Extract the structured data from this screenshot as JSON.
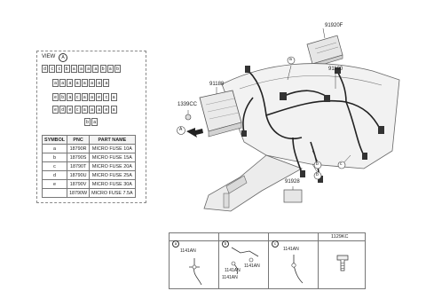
{
  "view": {
    "title": "VIEW",
    "marker": "A",
    "fuse_rows": [
      [
        "d",
        "c",
        "c",
        "b",
        "a",
        "a",
        "a",
        "a",
        "b",
        "a",
        "b"
      ],
      [
        "a",
        "a",
        "a",
        "a",
        "a",
        "a",
        "a",
        "a"
      ],
      [
        "e",
        "b",
        "a",
        "c",
        "a",
        "a",
        "e",
        "c",
        "a"
      ],
      [
        "e",
        "d",
        "e",
        "c",
        "a",
        "a",
        "a",
        "e",
        "a"
      ],
      [
        "b",
        "a"
      ]
    ]
  },
  "table": {
    "headers": [
      "SYMBOL",
      "PNC",
      "PART NAME"
    ],
    "rows": [
      [
        "a",
        "18790R",
        "MICRO FUSE 10A"
      ],
      [
        "b",
        "18790S",
        "MICRO FUSE 15A"
      ],
      [
        "c",
        "18790T",
        "MICRO FUSE 20A"
      ],
      [
        "d",
        "18790U",
        "MICRO FUSE 25A"
      ],
      [
        "e",
        "18790V",
        "MICRO FUSE 30A"
      ],
      [
        "",
        "18790W",
        "MICRO FUSE 7.5A"
      ]
    ]
  },
  "callouts": {
    "p91920F": "91920F",
    "p91100": "91100",
    "p91188": "91188",
    "p1339CC": "1339CC",
    "p91928": "91928",
    "marker_a": "a",
    "marker_b": "b",
    "marker_c": "c",
    "marker_A": "A"
  },
  "legend": {
    "cols": [
      {
        "marker": "a",
        "parts": [
          "1141AN"
        ]
      },
      {
        "marker": "b",
        "parts": [
          "1141AN",
          "1141AN",
          "1141AN"
        ]
      },
      {
        "marker": "c",
        "parts": [
          "1141AN"
        ]
      },
      {
        "marker": "",
        "header": "1129KC",
        "parts": []
      }
    ]
  }
}
